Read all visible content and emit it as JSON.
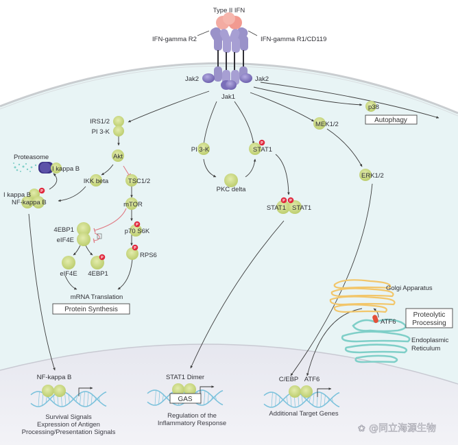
{
  "title": "Type II IFN",
  "colors": {
    "cytoplasm": "#e8f4f5",
    "nucleus": "#ecedf3",
    "membrane": "#c9cdd0",
    "receptor": "#9a92c9",
    "jak": "#8a80c2",
    "protein": "#cfdc8c",
    "phospho": "#e0283d",
    "golgi": "#f2c66a",
    "er": "#7fcfc8",
    "atf6": "#e4503a",
    "dna": "#7cc2dc",
    "arrow": "#3a3a3a",
    "inhibit": "#e07b85"
  },
  "receptor": {
    "ligand": "Type II IFN",
    "left_chain": "IFN-gamma R2",
    "right_chain": "IFN-gamma R1/CD119",
    "jak_left": "Jak2",
    "jak_right": "Jak2",
    "jak_center": "Jak1"
  },
  "nodes": {
    "irs": "IRS1/2",
    "pi3k_left": "PI 3-K",
    "akt": "Akt",
    "proteasome": "Proteasome",
    "ikappab_top": "I kappa B",
    "ikk": "IKK beta",
    "tsc": "TSC1/2",
    "ikappab": "I kappa B",
    "nfkb": "NF-kappa B",
    "mtor": "mTOR",
    "fourebp1_top": "4EBP1",
    "eif4e_top": "eIF4E",
    "p70": "p70 S6K",
    "rps6": "RPS6",
    "eif4e": "eIF4E",
    "fourebp1": "4EBP1",
    "mrna": "mRNA Translation",
    "pi3k_mid": "PI 3-K",
    "stat1": "STAT1",
    "pkc": "PKC delta",
    "stat1_a": "STAT1",
    "stat1_b": "STAT1",
    "mek": "MEK1/2",
    "erk": "ERK1/2",
    "p38": "p38",
    "atf6": "ATF6",
    "golgi": "Golgi Apparatus",
    "er_line1": "Endoplasmic",
    "er_line2": "Reticulum",
    "phospho_mark": "P"
  },
  "boxes": {
    "protein_synthesis": "Protein Synthesis",
    "autophagy": "Autophagy",
    "proteolytic_line1": "Proteolytic",
    "proteolytic_line2": "Processing"
  },
  "nucleus": {
    "nfkb": {
      "factor": "NF-kappa B",
      "caption": [
        "Survival Signals",
        "Expression of Antigen",
        "Processing/Presentation Signals"
      ]
    },
    "stat1": {
      "factor": "STAT1 Dimer",
      "element": "GAS",
      "caption": [
        "Regulation of the",
        "Inflammatory Response"
      ]
    },
    "cebp": {
      "factor_left": "C/EBP",
      "factor_right": "ATF6",
      "caption": [
        "Additional Target Genes"
      ]
    }
  },
  "watermark": "@同立海源生物"
}
